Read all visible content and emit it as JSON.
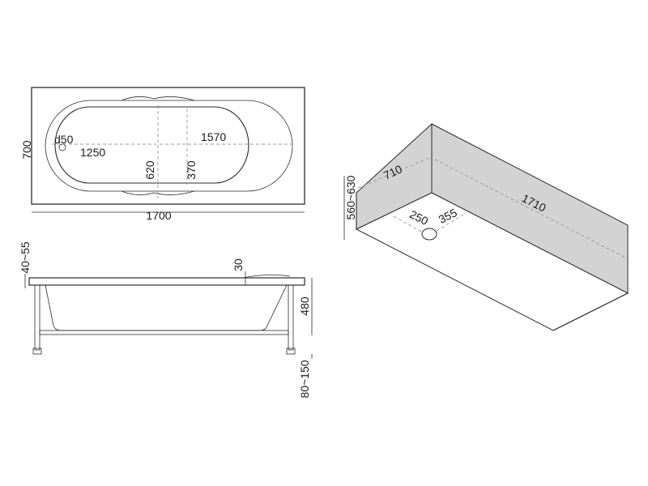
{
  "top_view": {
    "width": "700",
    "length": "1700",
    "drain": "d50",
    "inner_length": "1570",
    "bottom_length": "1250",
    "inner_width": "620",
    "bottom_width": "370"
  },
  "side_view": {
    "rim_adjust": "40~55",
    "rim_thickness": "30",
    "depth": "480",
    "legs": "80~150"
  },
  "niche_view": {
    "height": "560~630",
    "width": "710",
    "length": "1710",
    "drain_offset_a": "250",
    "drain_offset_b": "355"
  }
}
